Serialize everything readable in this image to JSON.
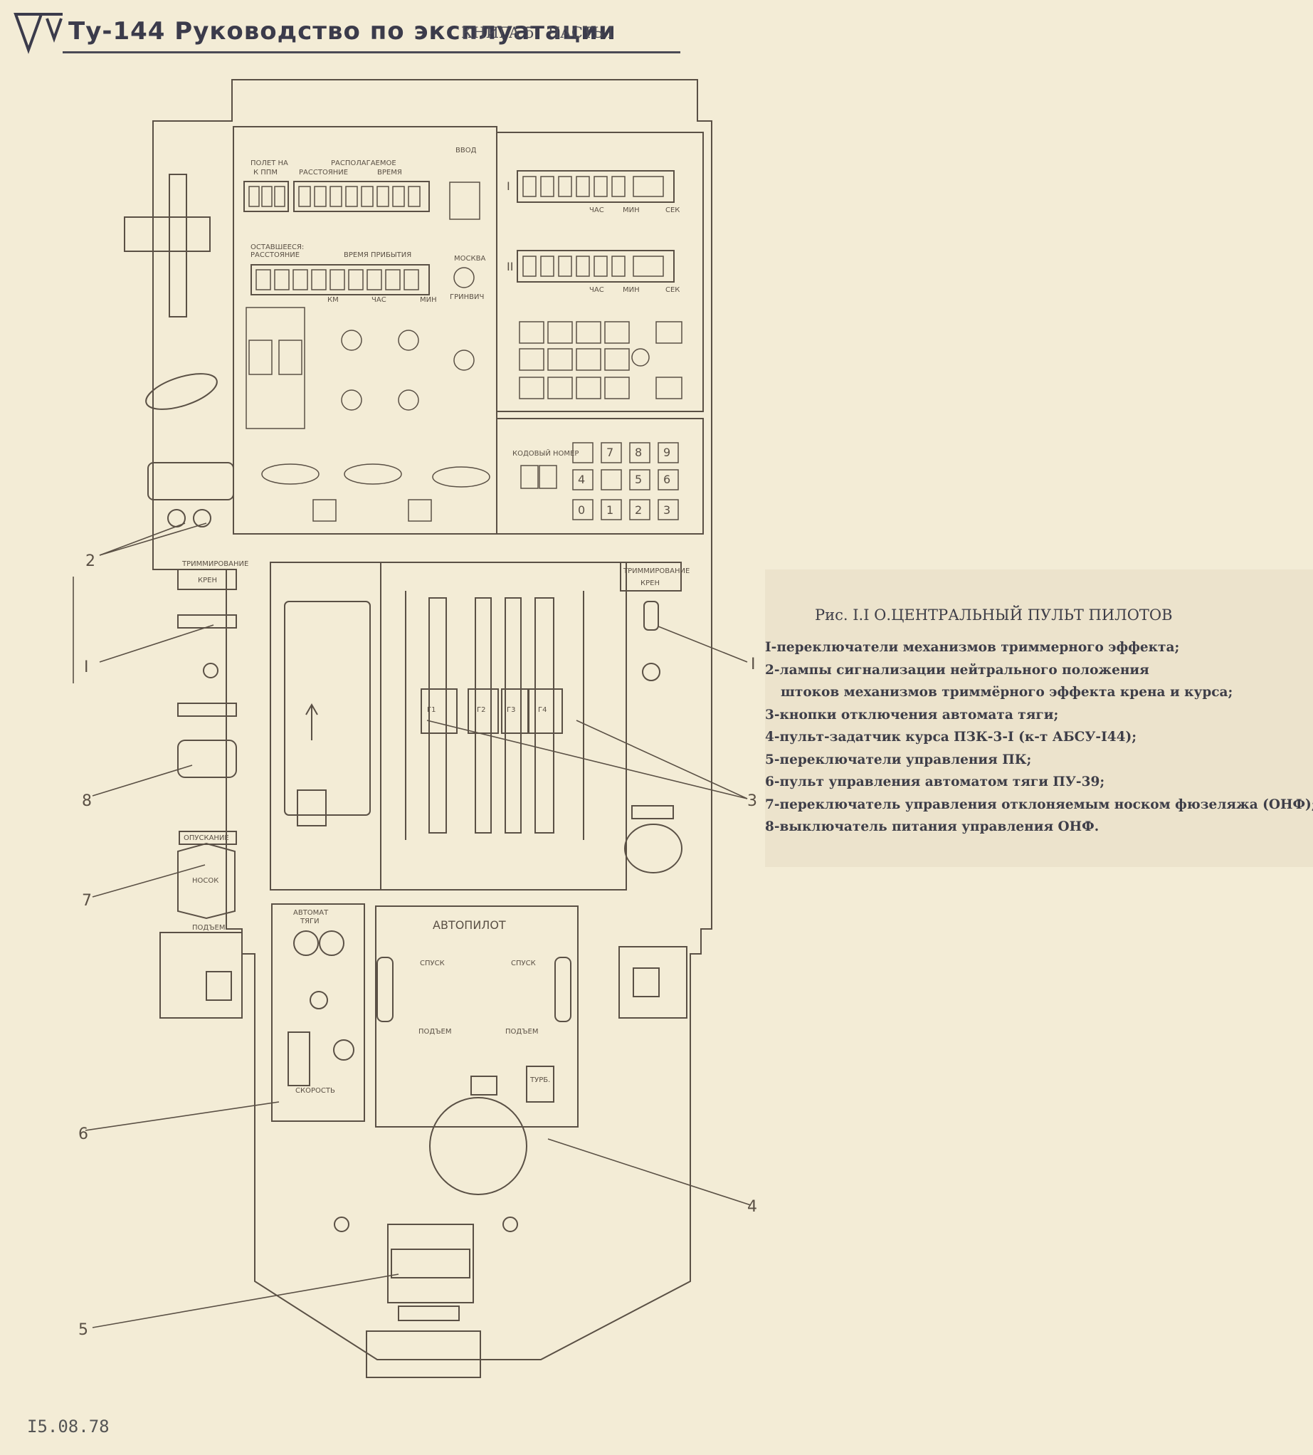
{
  "header": {
    "doc_title": "Ту-144 Руководство по эксплуатации",
    "book": "КНИГА 5",
    "part": "ЧАСТЬ I"
  },
  "panel": {
    "nav_labels": {
      "ppm_top": "ПОЛЕТ НА",
      "ppm_bottom": "К ППМ",
      "remaining": "РАСПОЛАГАЕМОЕ",
      "distance": "РАССТОЯНИЕ",
      "time": "ВРЕМЯ",
      "rem2": "ОСТАВШЕЕСЯ:",
      "rem2b": "РАССТОЯНИЕ",
      "arrival": "ВРЕМЯ ПРИБЫТИЯ",
      "km": "КМ",
      "hour": "ЧАС",
      "min": "МИН",
      "sec": "СЕК",
      "input": "ВВОД",
      "moscow": "МОСКВА",
      "greenwich": "ГРИНВИЧ",
      "autopilot": "АВТОПИЛОТ",
      "thrust": "АВТОМАТ",
      "thrust2": "ТЯГИ",
      "descent": "СПУСК",
      "climb": "ПОДЪЕМ",
      "speed": "СКОРОСТЬ",
      "turb": "ТУРБ.",
      "trim": "ТРИММИРОВАНИЕ",
      "roll": "КРЕН",
      "code": "КОДОВЫЙ НОМЕР",
      "nose": "НОСОК",
      "lowering": "ОПУСКАНИЕ",
      "raising": "ПОДЪЕМ",
      "g": [
        "Г1",
        "Г2",
        "Г3",
        "Г4"
      ],
      "keys": [
        "7",
        "8",
        "9",
        "4",
        "5",
        "6",
        "0",
        "1",
        "2",
        "3"
      ],
      "marker_i": "I",
      "marker_ii": "II"
    }
  },
  "callouts": [
    "2",
    "I",
    "8",
    "7",
    "6",
    "5",
    "3",
    "I",
    "4"
  ],
  "legend": {
    "caption": "Рис. I.I О.ЦЕНТРАЛЬНЫЙ ПУЛЬТ ПИЛОТОВ",
    "items": [
      "I-переключатели механизмов триммерного эффекта;",
      "2-лампы сигнализации нейтрального положения",
      "штоков механизмов триммёрного эффекта крена и курса;",
      "3-кнопки отключения автомата тяги;",
      "4-пульт-задатчик курса ПЗК-3-I (к-т АБСУ-I44);",
      "5-переключатели управления ПК;",
      "6-пульт управления автоматом тяги ПУ-39;",
      "7-переключатель управления отклоняемым носком фюзеляжа (ОНФ);",
      "8-выключатель питания управления ОНФ."
    ]
  },
  "footer": {
    "date": "I5.08.78"
  }
}
